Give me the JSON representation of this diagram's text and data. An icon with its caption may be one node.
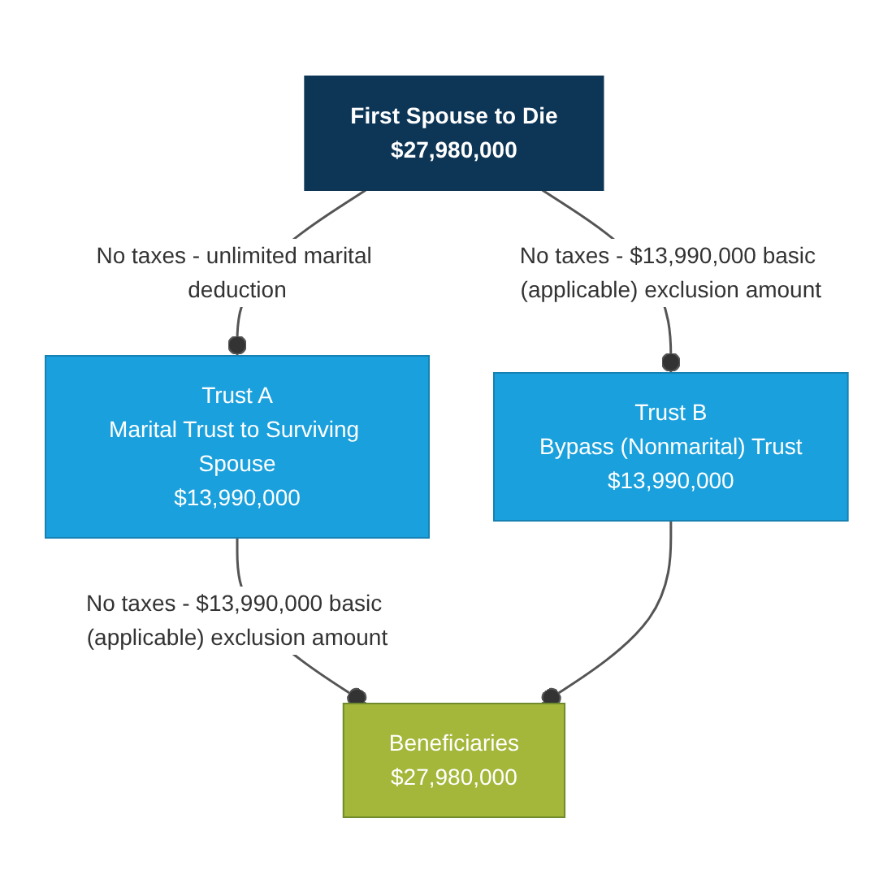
{
  "diagram": {
    "nodes": [
      {
        "text": [
          "First Spouse to Die",
          "$27,980,000"
        ]
      },
      {
        "text": [
          "Trust A",
          "Marital Trust to Surviving Spouse",
          "$13,990,000"
        ]
      },
      {
        "text": [
          "Trust B",
          "Bypass (Nonmarital) Trust",
          "$13,990,000"
        ]
      },
      {
        "text": [
          "Beneficiaries",
          "$27,980,000"
        ]
      }
    ],
    "edges": [
      {
        "from": 0,
        "to": 1,
        "arrow": "other",
        "label": "No taxes - unlimited marital deduction"
      },
      {
        "from": 0,
        "to": 2,
        "arrow": "other",
        "label": "No taxes - $13,990,000 basic (applicable) exclusion amount"
      },
      {
        "from": 1,
        "to": 3,
        "arrow": "other",
        "label": "No taxes - $13,990,000 basic (applicable) exclusion amount"
      },
      {
        "from": 2,
        "to": 3,
        "arrow": "other"
      }
    ]
  }
}
